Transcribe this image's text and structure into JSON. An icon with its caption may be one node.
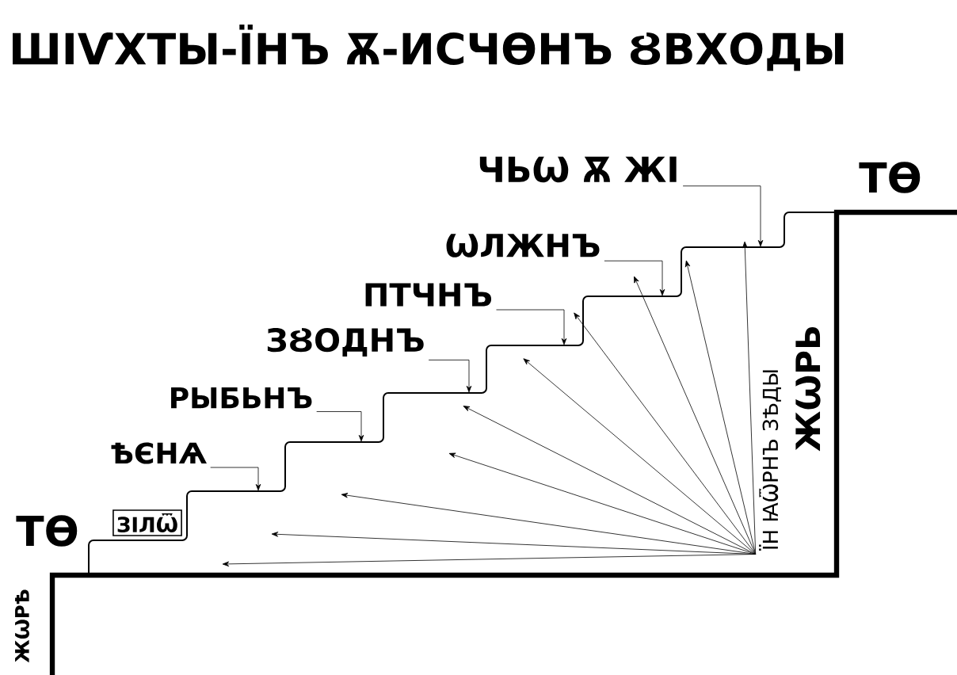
{
  "diagram": {
    "title": "ШІѴХТЫ-ЇНЪ Ѫ-ИСЧѲНЪ ȢВХОДЫ",
    "nodes": [
      {
        "text": [
          "ЧЬѠ Ѫ ЖІ"
        ]
      },
      {
        "text": [
          "ѠЛЖНЪ"
        ]
      },
      {
        "text": [
          "ПТЧНЪ"
        ]
      },
      {
        "text": [
          "ЗȢОДНЪ"
        ]
      },
      {
        "text": [
          "РЫБЬНЪ"
        ]
      },
      {
        "text": [
          "ѢЄНѦ"
        ]
      },
      {
        "text": [
          "ЗІЛѾ"
        ]
      },
      {
        "text": [
          "ЇН ꙖѾРНЪ ЗѢДЫ"
        ]
      }
    ],
    "edges": [
      {
        "from": 0,
        "to": null,
        "arrow": "to"
      },
      {
        "from": 1,
        "to": null,
        "arrow": "to"
      },
      {
        "from": 2,
        "to": null,
        "arrow": "to"
      },
      {
        "from": 3,
        "to": null,
        "arrow": "to"
      },
      {
        "from": 4,
        "to": null,
        "arrow": "to"
      },
      {
        "from": 5,
        "to": null,
        "arrow": "to"
      },
      {
        "from": 7,
        "to": null,
        "arrow": "to"
      },
      {
        "from": 7,
        "to": null,
        "arrow": "to"
      },
      {
        "from": 7,
        "to": null,
        "arrow": "to"
      },
      {
        "from": 7,
        "to": null,
        "arrow": "to"
      },
      {
        "from": 7,
        "to": null,
        "arrow": "to"
      },
      {
        "from": 7,
        "to": null,
        "arrow": "to"
      },
      {
        "from": 7,
        "to": null,
        "arrow": "to"
      },
      {
        "from": 7,
        "to": null,
        "arrow": "to"
      },
      {
        "from": 7,
        "to": null,
        "arrow": "to"
      },
      {
        "from": 7,
        "to": null,
        "arrow": "to"
      }
    ],
    "labels": [
      "ТѲ",
      "ЖѠРЬ",
      "ТѲ",
      "ЖѠРѢ"
    ]
  }
}
